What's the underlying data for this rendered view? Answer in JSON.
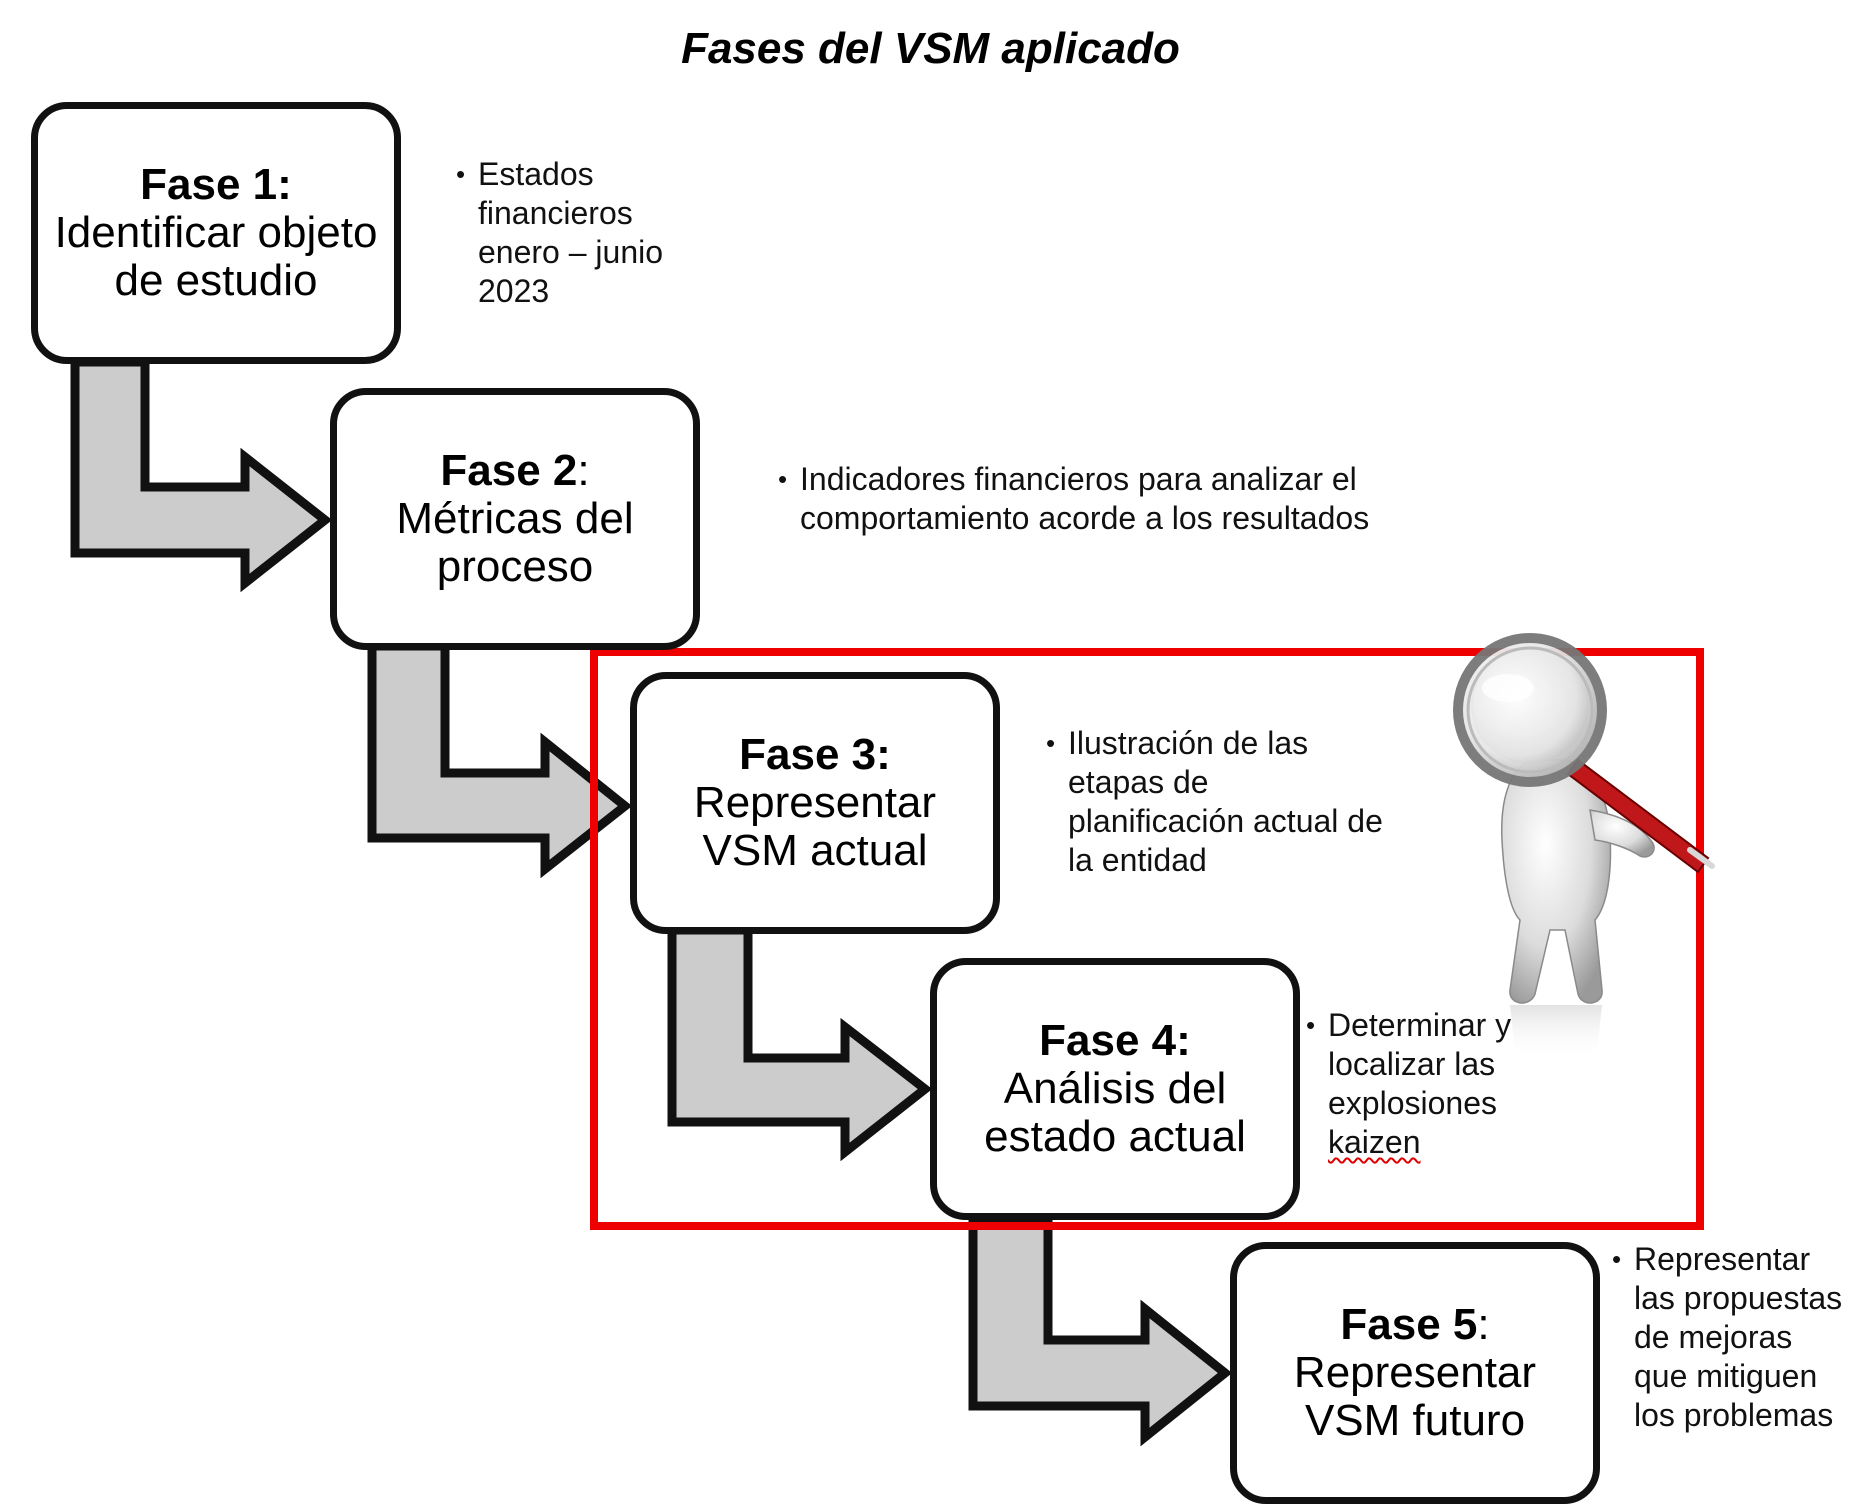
{
  "title": "Fases del VSM aplicado",
  "phases": [
    {
      "label": "Fase 1",
      "colon": ":",
      "colon_bold": true,
      "description": "Identificar objeto de estudio",
      "note": "Estados financieros enero – junio 2023"
    },
    {
      "label": "Fase 2",
      "colon": ":",
      "colon_bold": false,
      "description": "Métricas del proceso",
      "note": "Indicadores financieros para analizar el comportamiento acorde a los resultados"
    },
    {
      "label": "Fase 3",
      "colon": ":",
      "colon_bold": true,
      "description": "Representar VSM actual",
      "note": "Ilustración de las etapas de planificación actual de la entidad"
    },
    {
      "label": "Fase 4",
      "colon": ":",
      "colon_bold": true,
      "description": "Análisis del estado actual",
      "note_part1": "Determinar y localizar las explosiones ",
      "note_part2": "kaizen"
    },
    {
      "label": "Fase 5",
      "colon": ":",
      "colon_bold": false,
      "description": "Representar VSM futuro",
      "note": "Representar las propuestas de mejoras que mitiguen los problemas"
    }
  ],
  "bullet_glyph": "•",
  "colors": {
    "frame": "#ee0000",
    "arrow_fill": "#cccccc",
    "outline": "#111111"
  },
  "icons": {
    "illustration": "magnifier-figure-icon"
  }
}
